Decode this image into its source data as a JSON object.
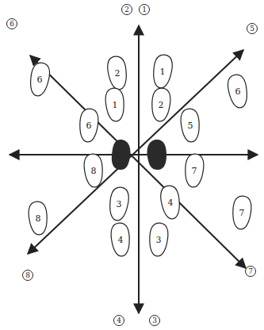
{
  "diagram": {
    "nodes": [
      {
        "text": [
          "2"
        ]
      },
      {
        "text": [
          "1"
        ]
      },
      {
        "text": [
          "6"
        ]
      },
      {
        "text": [
          "6"
        ]
      },
      {
        "text": [
          "1"
        ]
      },
      {
        "text": [
          "2"
        ]
      },
      {
        "text": [
          "6"
        ]
      },
      {
        "text": [
          "5"
        ]
      },
      {
        "text": [
          "8"
        ]
      },
      {
        "text": [
          "7"
        ]
      },
      {
        "text": [
          "4"
        ]
      },
      {
        "text": [
          "3"
        ]
      },
      {
        "text": [
          "8"
        ]
      },
      {
        "text": [
          "7"
        ]
      },
      {
        "text": [
          "4"
        ]
      },
      {
        "text": [
          "3"
        ]
      }
    ],
    "labels": [
      "2",
      "1",
      "6",
      "5",
      "8",
      "7",
      "4",
      "3"
    ]
  }
}
